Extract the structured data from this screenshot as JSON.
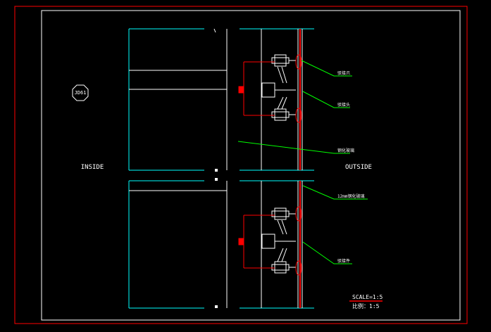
{
  "drawing": {
    "inside_label": "INSIDE",
    "outside_label": "OUTSIDE",
    "section_tag": "JD61",
    "scale_en": "SCALE=1:5",
    "scale_cn": "比例：1:5"
  },
  "callouts": [
    {
      "id": "c1",
      "text": "驳接爪"
    },
    {
      "id": "c2",
      "text": "驳接头"
    },
    {
      "id": "c3",
      "text": "钢化玻璃"
    },
    {
      "id": "c4",
      "text": "12mm钢化玻璃"
    },
    {
      "id": "c5",
      "text": "驳接件"
    }
  ],
  "colors": {
    "frame_outer": "#ff0000",
    "frame_inner": "#ffffff",
    "structure": "#00ffff",
    "glass": "#ff0000",
    "leader": "#00ff00",
    "dimension": "#ff0000",
    "text": "#ffffff"
  }
}
